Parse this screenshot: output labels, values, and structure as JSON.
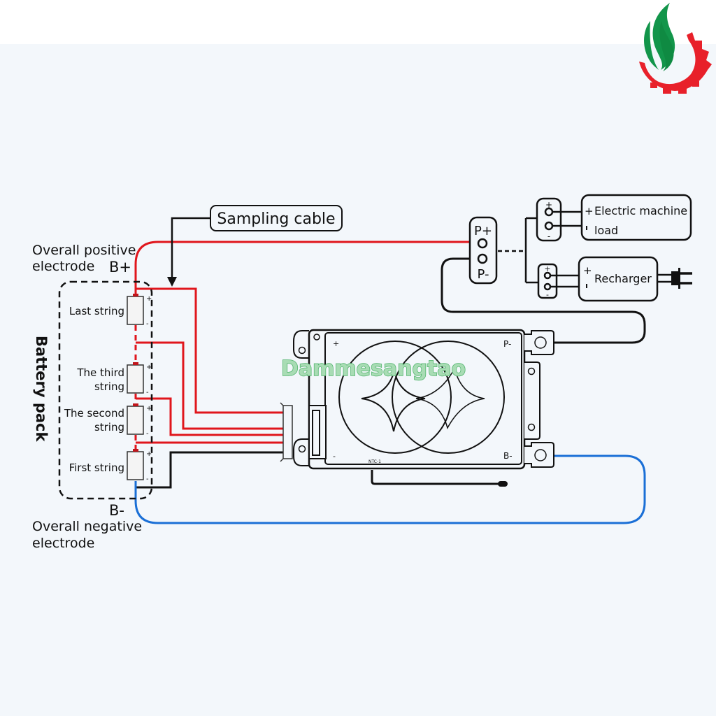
{
  "colors": {
    "positive_wire": "#e0161c",
    "negative_wire": "#1a6fd6",
    "signal_wire": "#111111",
    "background": "#f3f7fb",
    "logo_flame": "#12954a",
    "logo_gear": "#e8202a",
    "watermark": "#4fb36b"
  },
  "labels": {
    "sampling_cable": "Sampling cable",
    "positive_line1": "Overall positive",
    "positive_line2": "electrode",
    "b_plus": "B+",
    "negative_line1": "Overall negative",
    "negative_line2": "electrode",
    "b_minus": "B-",
    "battery_pack": "Battery pack"
  },
  "battery_cells": [
    {
      "label_line1": "Last string",
      "label_line2": ""
    },
    {
      "label_line1": "The third",
      "label_line2": "string"
    },
    {
      "label_line1": "The second",
      "label_line2": "string"
    },
    {
      "label_line1": "First string",
      "label_line2": ""
    }
  ],
  "cell_terminals": {
    "plus": "+",
    "minus": "-"
  },
  "output_port": {
    "p_plus": "P+",
    "p_minus": "P-"
  },
  "load": {
    "line1": "Electric machine",
    "line2": "load",
    "plus": "+",
    "minus": "-"
  },
  "charger": {
    "label": "Recharger",
    "plus": "+",
    "minus": "-"
  },
  "bms": {
    "plus": "+",
    "minus": "-",
    "p_minus": "P-",
    "b_minus": "B-",
    "ntc": "NTC-1"
  },
  "watermark": "Dammesangtao"
}
